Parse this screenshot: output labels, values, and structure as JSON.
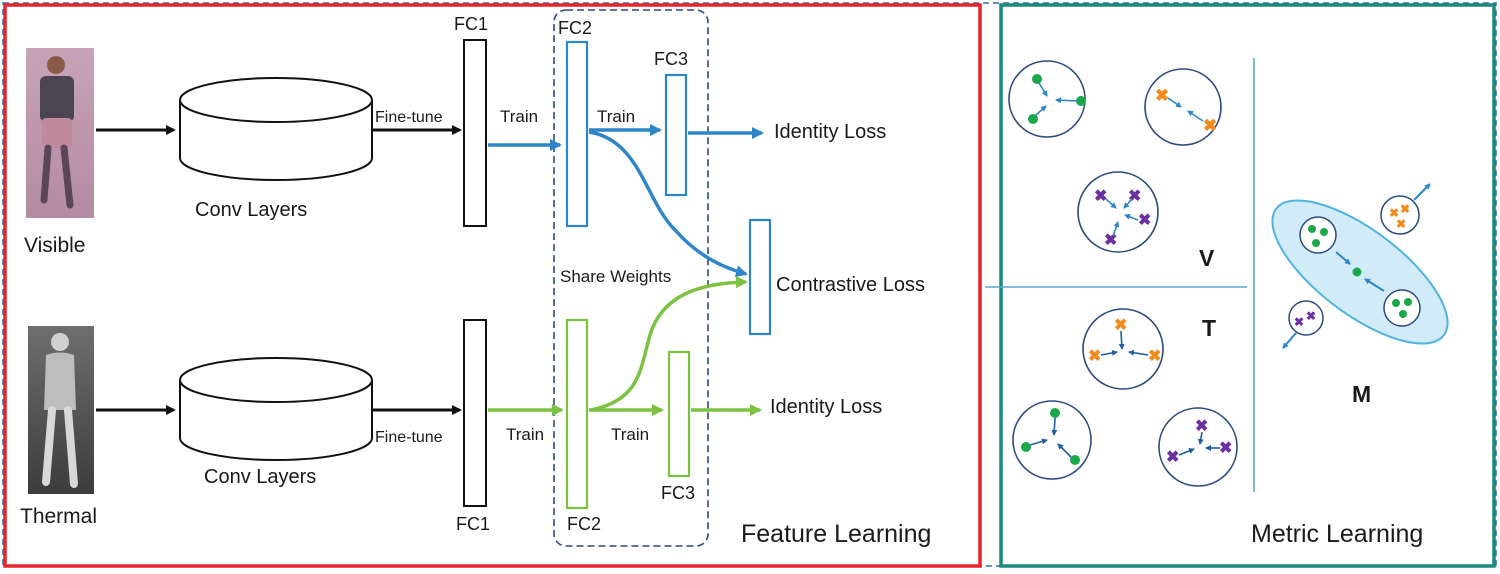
{
  "feature": {
    "section_label": "Feature Learning",
    "visible_label": "Visible",
    "thermal_label": "Thermal",
    "conv_label_top": "Conv Layers",
    "conv_label_bottom": "Conv Layers",
    "finetune_top": "Fine-tune",
    "finetune_bottom": "Fine-tune",
    "fc1_top": "FC1",
    "fc1_bottom": "FC1",
    "fc2_top": "FC2",
    "fc2_bottom": "FC2",
    "fc3_top": "FC3",
    "fc3_bottom": "FC3",
    "train_1": "Train",
    "train_2": "Train",
    "train_3": "Train",
    "train_4": "Train",
    "share_weights": "Share Weights",
    "identity_loss_top": "Identity Loss",
    "identity_loss_bottom": "Identity Loss",
    "contrastive_loss": "Contrastive Loss"
  },
  "metric": {
    "section_label": "Metric Learning",
    "v_label": "V",
    "t_label": "T",
    "m_label": "M"
  },
  "colors": {
    "red_frame": "#e8232a",
    "teal_frame": "#1b8a7d",
    "blue": "#2e86c8",
    "green": "#7cc242",
    "dark_blue": "#1f5fa0",
    "point_green": "#1aa84a",
    "point_orange": "#f28a1c",
    "point_purple": "#6b2fa0"
  }
}
